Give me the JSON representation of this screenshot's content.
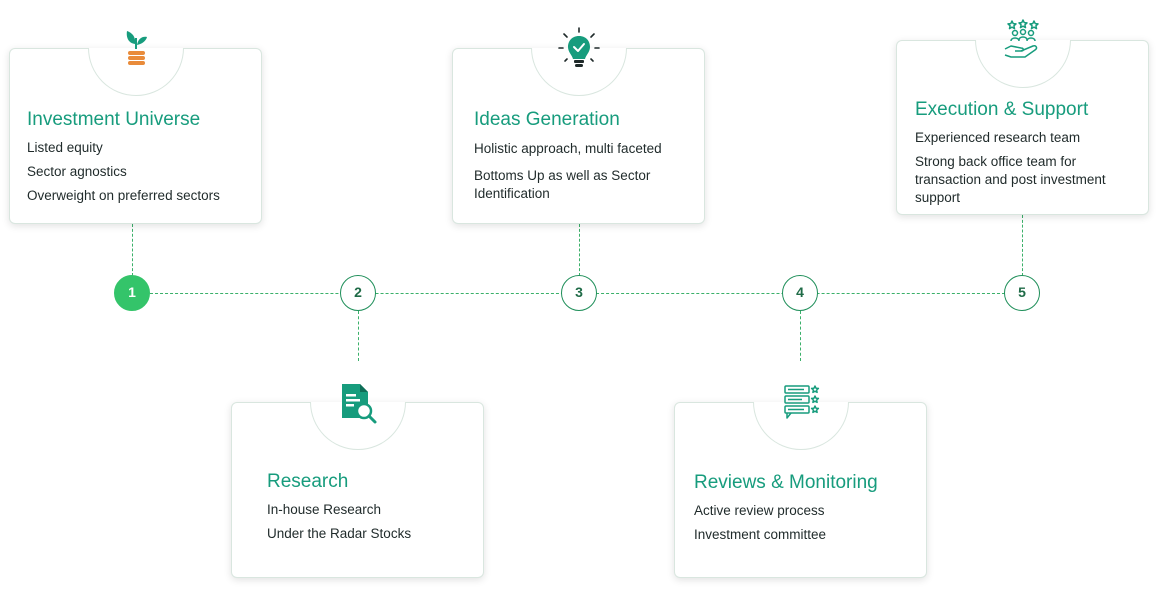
{
  "colors": {
    "accent": "#179c7d",
    "step_active": "#34c46a",
    "connector": "#3bb06a",
    "icon_orange": "#e98b3a"
  },
  "stages": [
    {
      "step": "1",
      "title": "Investment Universe",
      "icon": "plant-coins-icon",
      "lines": [
        "Listed equity",
        "Sector agnostics",
        "Overweight on preferred sectors"
      ]
    },
    {
      "step": "2",
      "title": "Research",
      "icon": "document-search-icon",
      "lines": [
        "In-house Research",
        "Under the Radar Stocks"
      ]
    },
    {
      "step": "3",
      "title": "Ideas Generation",
      "icon": "lightbulb-icon",
      "lines": [
        "Holistic approach, multi faceted",
        "Bottoms Up as well as Sector",
        "Identification"
      ]
    },
    {
      "step": "4",
      "title": "Reviews & Monitoring",
      "icon": "checklist-stars-icon",
      "lines": [
        "Active review process",
        "Investment committee"
      ]
    },
    {
      "step": "5",
      "title": "Execution & Support",
      "icon": "hand-team-stars-icon",
      "lines": [
        "Experienced research team",
        "Strong back office team for",
        "transaction and post investment",
        "support"
      ]
    }
  ]
}
